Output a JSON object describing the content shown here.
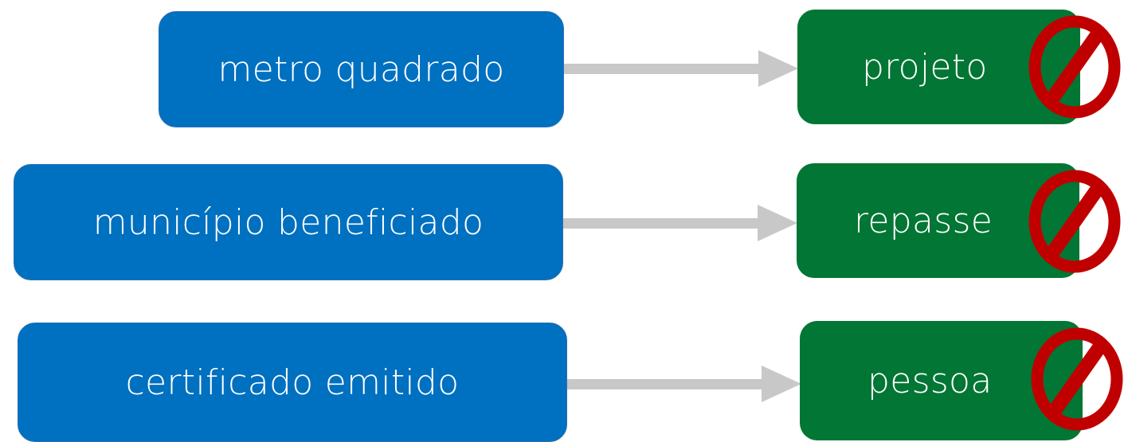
{
  "colors": {
    "source_box": "#0070c0",
    "target_box": "#027634",
    "arrow": "#c8c8c8",
    "prohibited": "#c00000"
  },
  "mappings": [
    {
      "source": "metro quadrado",
      "target": "projeto",
      "target_icon": "prohibited-icon"
    },
    {
      "source": "município beneficiado",
      "target": "repasse",
      "target_icon": "prohibited-icon"
    },
    {
      "source": "certificado emitido",
      "target": "pessoa",
      "target_icon": "prohibited-icon"
    }
  ]
}
